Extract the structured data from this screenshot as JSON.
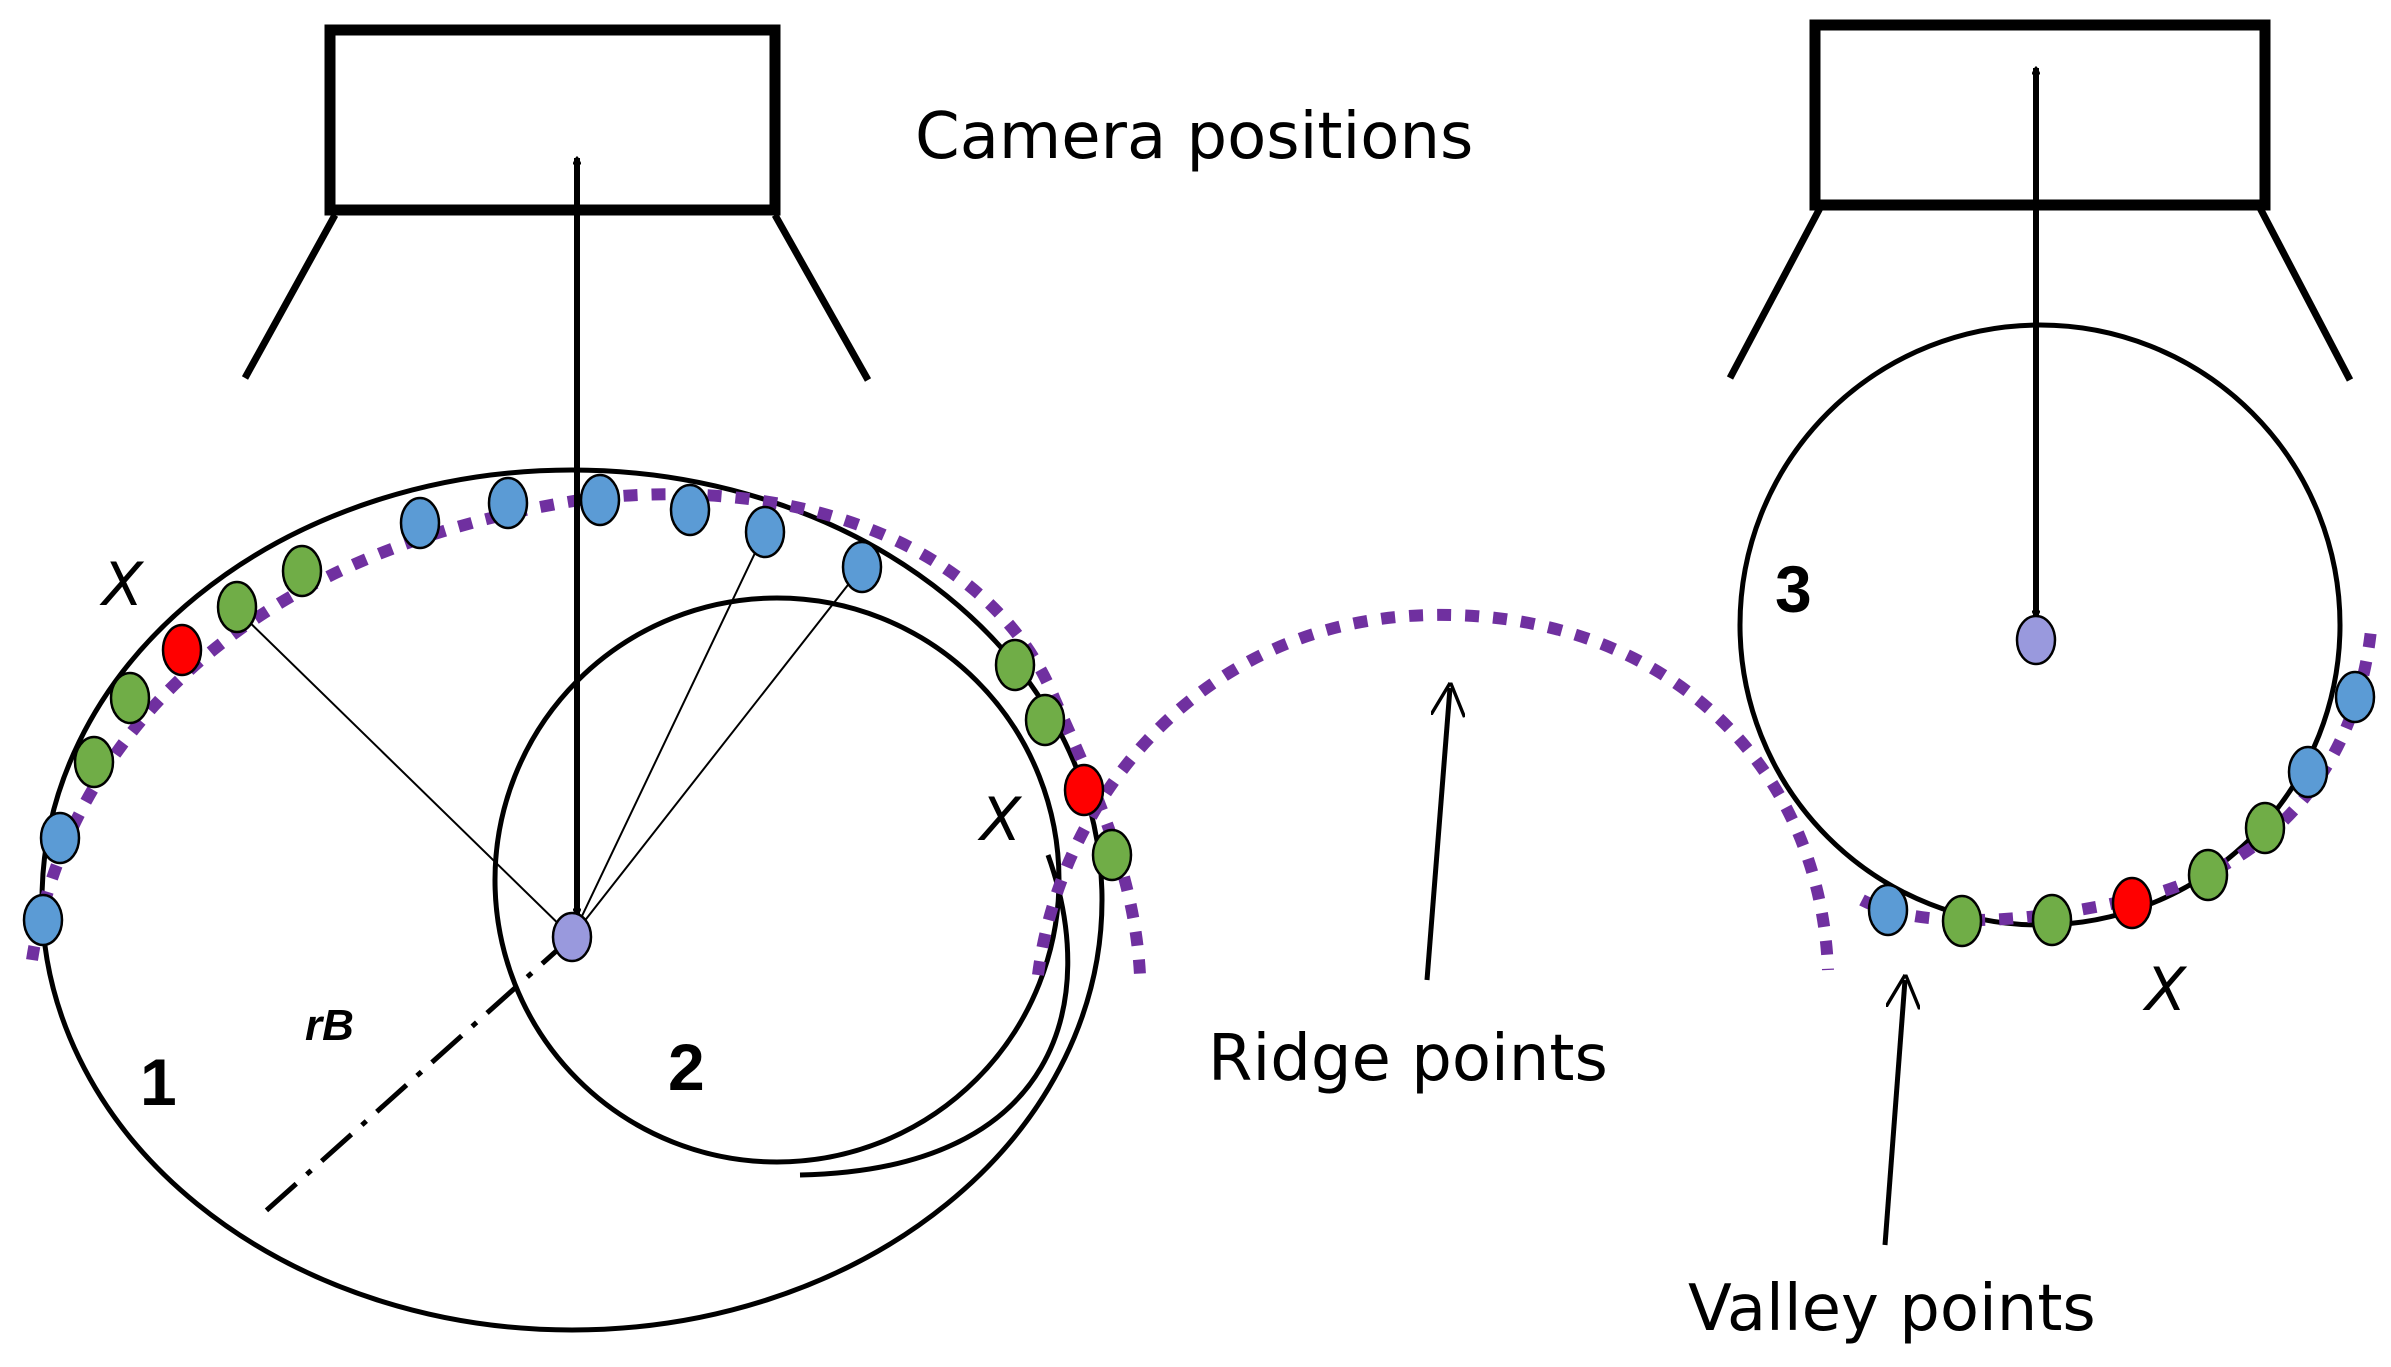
{
  "labels": {
    "camera_positions": "Camera positions",
    "ridge_points": "Ridge points",
    "valley_points": "Valley points",
    "x_mark_1": "X",
    "x_mark_2": "X",
    "x_mark_3": "X",
    "radius_label": "rB",
    "circle_1": "1",
    "circle_2": "2",
    "circle_3": "3"
  },
  "colors": {
    "line": "#000000",
    "surface_dotted": "#7030a0",
    "blue_point": "#5b9bd5",
    "green_point": "#70ad47",
    "red_point": "#ff0000",
    "center_point": "#9999dd"
  },
  "legend": {
    "blue_point": "blue-point-icon",
    "green_point": "green-point-icon",
    "red_point": "red-point-icon",
    "center_point": "center-point-icon"
  }
}
